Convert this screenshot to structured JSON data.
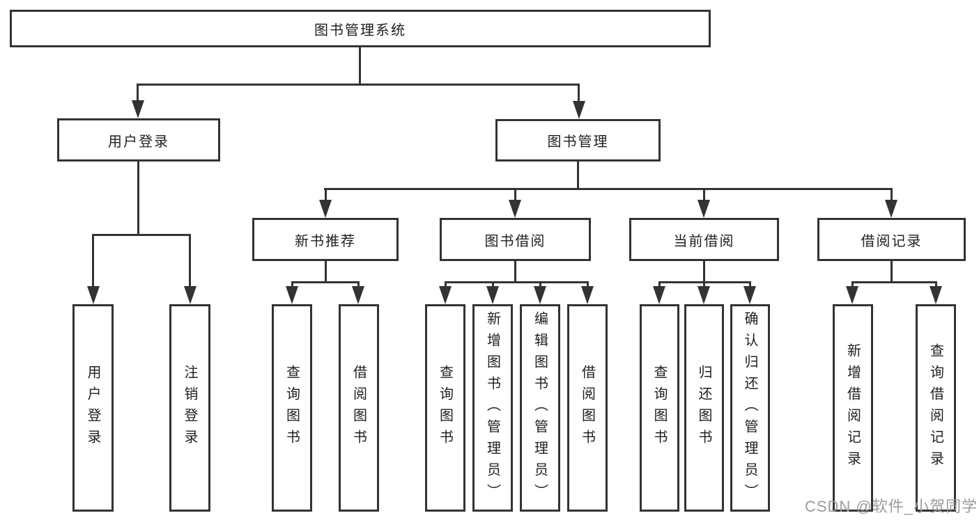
{
  "tree": {
    "label": "图书管理系统",
    "children": [
      {
        "label": "用户登录",
        "children": [
          {
            "label": "用户登录"
          },
          {
            "label": "注销登录"
          }
        ]
      },
      {
        "label": "图书管理",
        "children": [
          {
            "label": "新书推荐",
            "children": [
              {
                "label": "查询图书"
              },
              {
                "label": "借阅图书"
              }
            ]
          },
          {
            "label": "图书借阅",
            "children": [
              {
                "label": "查询图书"
              },
              {
                "label": "新增图书（管理员）"
              },
              {
                "label": "编辑图书（管理员）"
              },
              {
                "label": "借阅图书"
              }
            ]
          },
          {
            "label": "当前借阅",
            "children": [
              {
                "label": "查询图书"
              },
              {
                "label": "归还图书"
              },
              {
                "label": "确认归还（管理员）"
              }
            ]
          },
          {
            "label": "借阅记录",
            "children": [
              {
                "label": "新增借阅记录"
              },
              {
                "label": "查询借阅记录"
              }
            ]
          }
        ]
      }
    ]
  },
  "watermark": "CSDN @软件_小贺同学",
  "colors": {
    "line": "#333333",
    "text": "#1f1f1f",
    "watermark": "#9b9b9b",
    "background": "#ffffff"
  }
}
